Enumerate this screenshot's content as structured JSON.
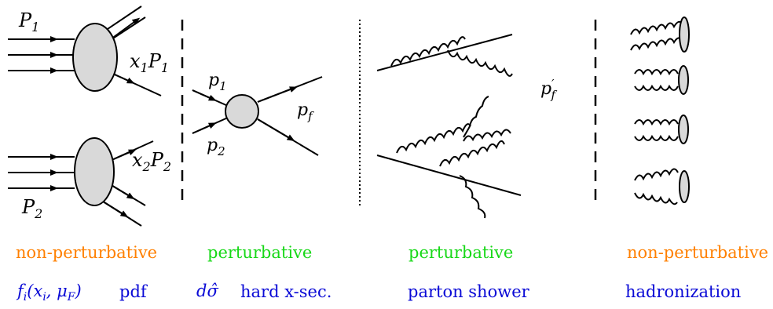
{
  "diagram": {
    "labels": {
      "P1": "P",
      "P1_sub": "1",
      "P2": "P",
      "P2_sub": "2",
      "x1P1_x": "x",
      "x1P1_xsub": "1",
      "x1P1_P": "P",
      "x1P1_Psub": "1",
      "x2P2_x": "x",
      "x2P2_xsub": "2",
      "x2P2_P": "P",
      "x2P2_Psub": "2",
      "p1": "p",
      "p1_sub": "1",
      "p2": "p",
      "p2_sub": "2",
      "pf": "p",
      "pf_sub": "f",
      "pfprime": "p",
      "pfprime_sup": "′",
      "pfprime_sub": "f"
    },
    "colors": {
      "line": "#000000",
      "blob_fill": "#d9d9d9",
      "orange": "#ff8000",
      "green": "#18d818",
      "blue": "#0a0ad6"
    }
  },
  "captions": {
    "col1_stage": "non-perturbative",
    "col2_stage": "perturbative",
    "col3_stage": "perturbative",
    "col4_stage": "non-perturbative",
    "col1_formula_f": "f",
    "col1_formula_sub": "i",
    "col1_formula_args": "(x",
    "col1_formula_xsub": "i",
    "col1_formula_mu": ", μ",
    "col1_formula_musub": "F",
    "col1_formula_close": ")",
    "col1_desc": "pdf",
    "col2_formula": "dσ̂",
    "col2_desc": "hard x-sec.",
    "col3_desc": "parton shower",
    "col4_desc": "hadronization"
  }
}
